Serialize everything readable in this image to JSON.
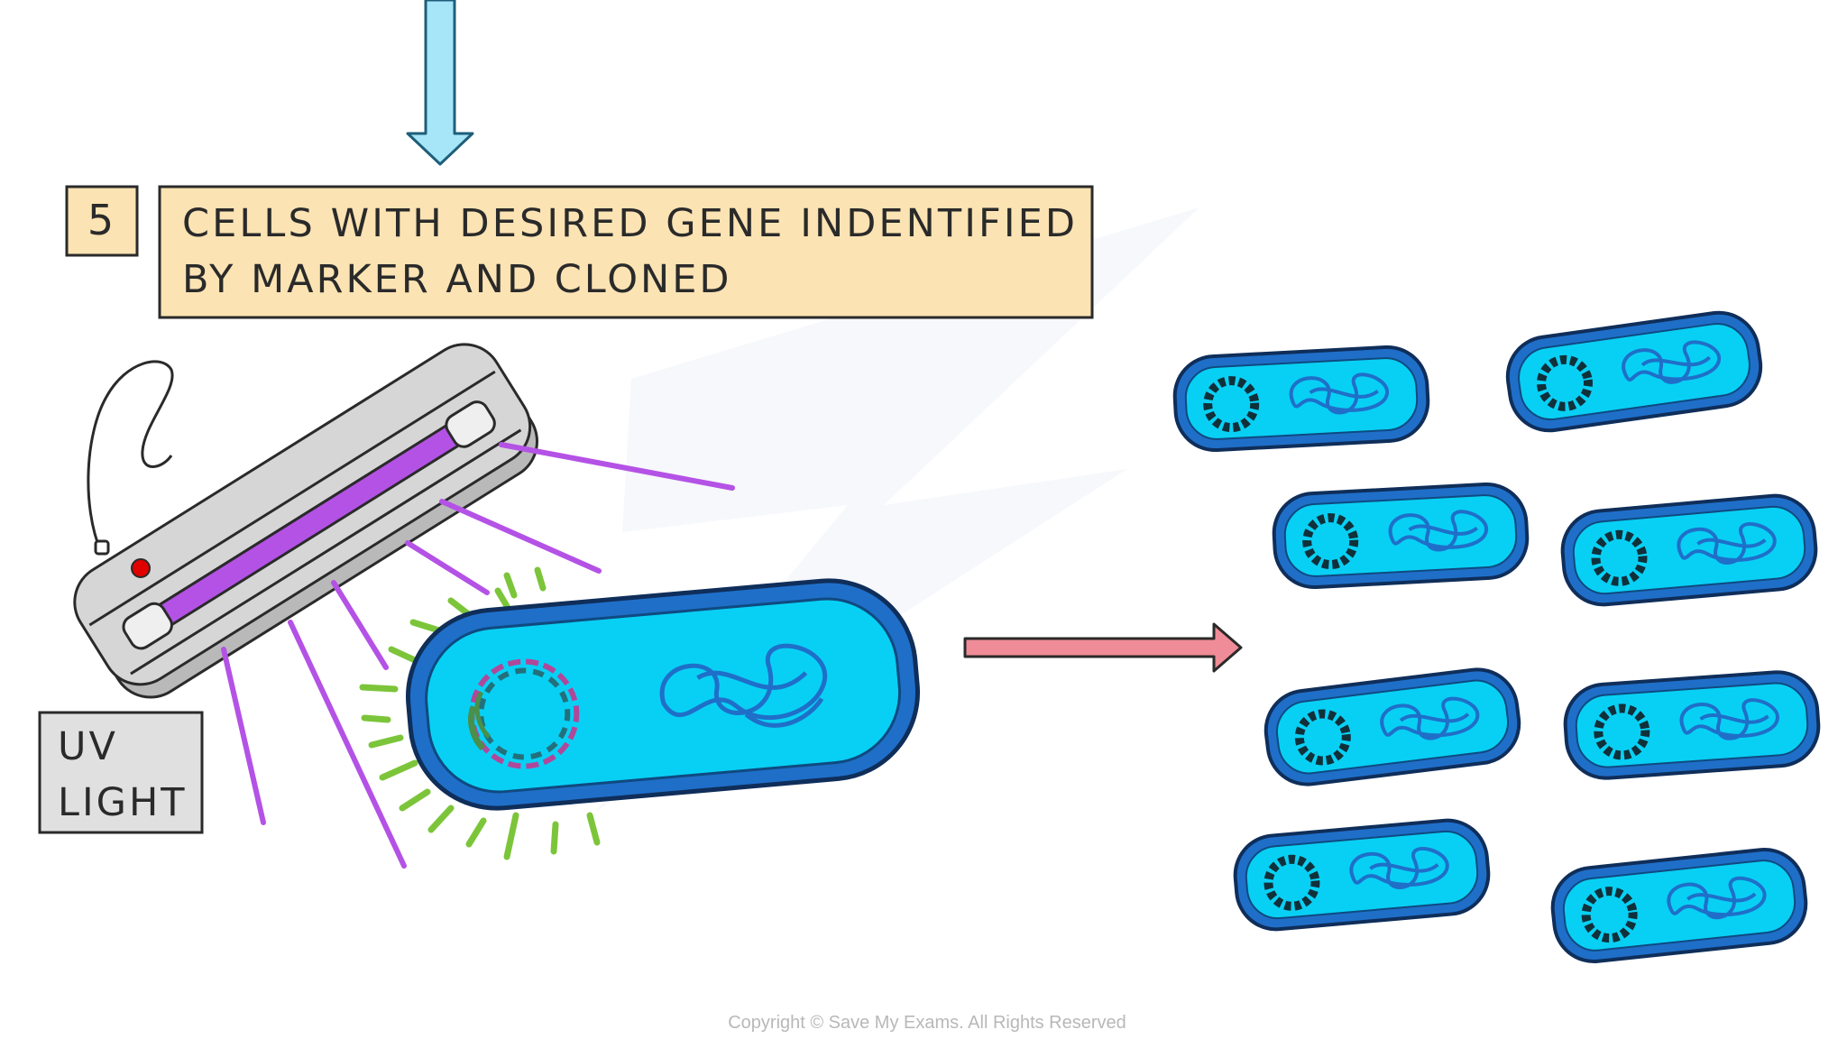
{
  "step": {
    "number": "5",
    "line1": "CELLS WITH DESIRED GENE INDENTIFIED",
    "line2": "BY MARKER AND CLONED"
  },
  "uv_label": {
    "line1": "UV",
    "line2": "LIGHT"
  },
  "copyright": "Copyright © Save My Exams. All Rights Reserved",
  "colors": {
    "step_box_fill": "#fbe3b3",
    "arrow_down": "#a6e6f8",
    "arrow_right": "#f08c97",
    "uv_light": "#b452e6",
    "glow": "#7cc53a",
    "cell_inner": "#08d0f4",
    "cell_wall": "#1f6fc9",
    "plasmid_pink": "#b0489a",
    "plasmid_green": "#4a8f4a",
    "plasmid_teal": "#23707b",
    "lamp_body": "#d4d4d4",
    "indicator": "#e00000"
  },
  "icons": [
    "uv-lamp-icon",
    "bacterium-icon",
    "plasmid-icon",
    "chromosome-icon"
  ],
  "cloned_cells_count": 8
}
